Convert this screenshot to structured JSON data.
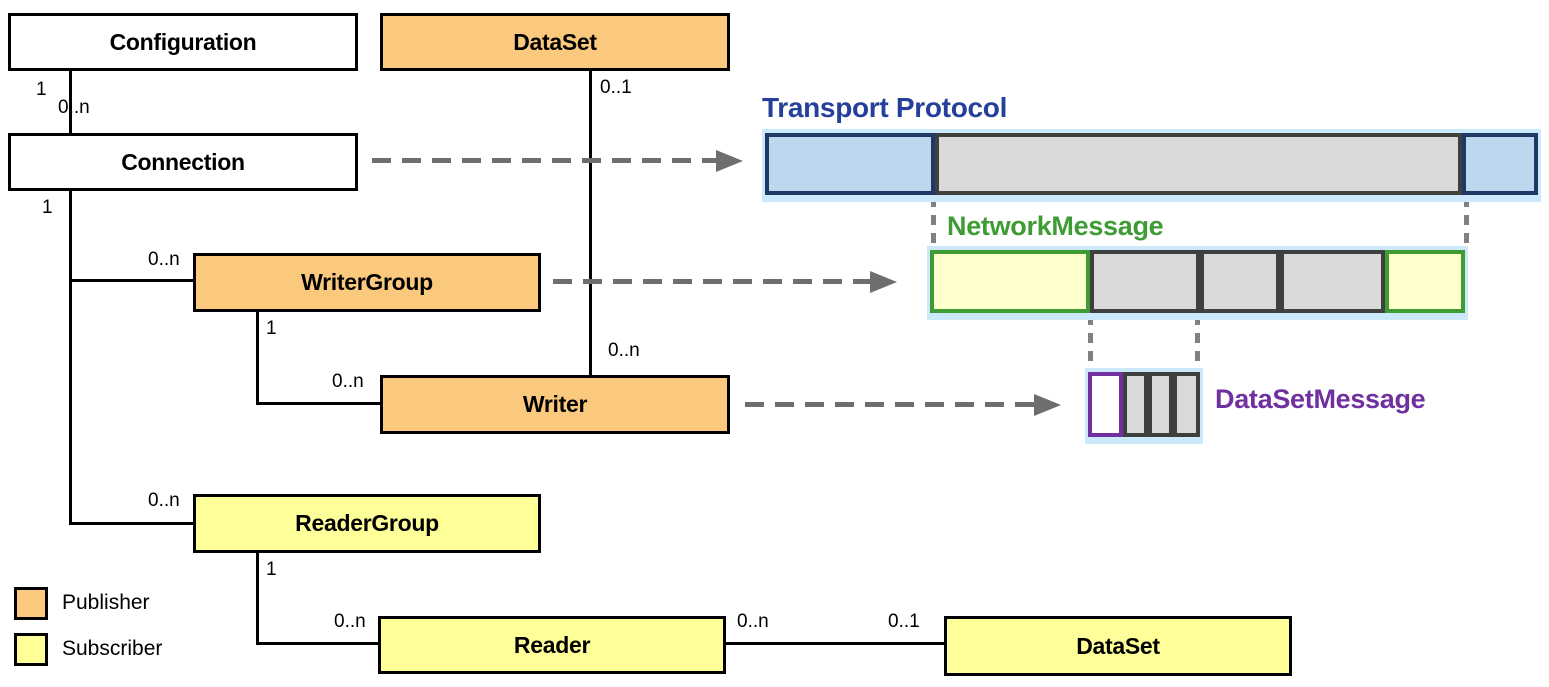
{
  "boxes": {
    "configuration": "Configuration",
    "dataset_top": "DataSet",
    "connection": "Connection",
    "writer_group": "WriterGroup",
    "writer": "Writer",
    "reader_group": "ReaderGroup",
    "reader": "Reader",
    "dataset_bottom": "DataSet"
  },
  "message_titles": {
    "transport_protocol": "Transport Protocol",
    "network_message": "NetworkMessage",
    "dataset_message": "DataSetMessage"
  },
  "multiplicity": {
    "config_connection_1": "1",
    "config_connection_n": "0..n",
    "dataset_writer_01": "0..1",
    "connection_groups_1": "1",
    "connection_writergroup_n": "0..n",
    "writergroup_writer_1": "1",
    "writergroup_writer_n": "0..n",
    "dataset_writer_n": "0..n",
    "connection_readergroup_n": "0..n",
    "readergroup_reader_1": "1",
    "readergroup_reader_n": "0..n",
    "reader_dataset_n": "0..n",
    "reader_dataset_01": "0..1"
  },
  "legend": {
    "publisher_label": "Publisher",
    "subscriber_label": "Subscriber"
  },
  "colors": {
    "publisher_fill": "#FAC97E",
    "subscriber_fill": "#FFFF99",
    "transport_header_fill": "#BDD7EE",
    "transport_border": "#1F3864",
    "payload_fill": "#D9D9D9",
    "payload_border": "#3F3F3F",
    "network_header_fill": "#FFFFCC",
    "network_border": "#3F9C35",
    "dataset_message_border": "#7030A0",
    "transport_title_color": "#24409A",
    "network_title_color": "#3F9C35",
    "dataset_message_title_color": "#7030A0",
    "arrow_color": "#6E6E6E",
    "glow_color": "#CBE9FA"
  }
}
